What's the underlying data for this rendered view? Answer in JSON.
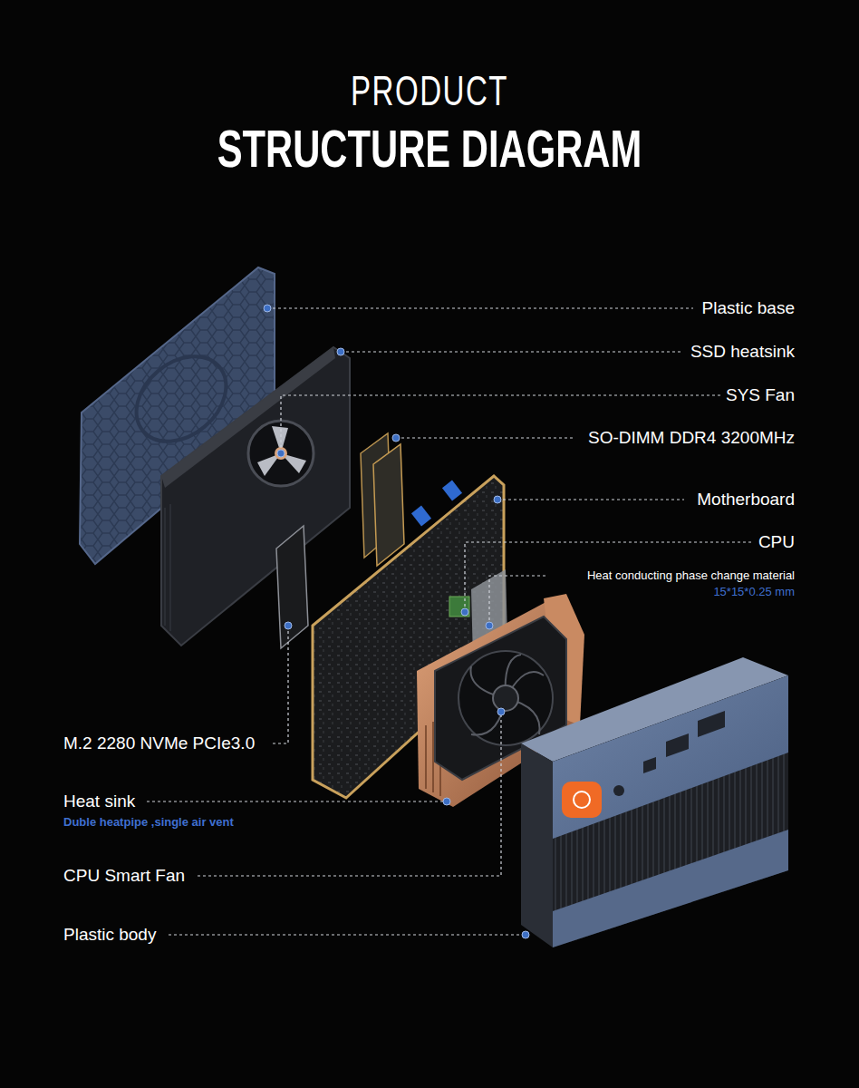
{
  "diagram": {
    "title": "PRODUCT STRUCTURE DIAGRAM",
    "labels": [
      "Plastic base",
      "SSD heatsink",
      "SYS Fan",
      "SO-DIMM DDR4 3200MHz",
      "Motherboard",
      "CPU",
      "Heat conducting phase change material",
      "15*15*0.25 mm",
      "M.2 2280 NVMe PCIe3.0",
      "Heat sink",
      "Duble heatpipe ,single air vent",
      "CPU Smart Fan",
      "Plastic body"
    ]
  }
}
